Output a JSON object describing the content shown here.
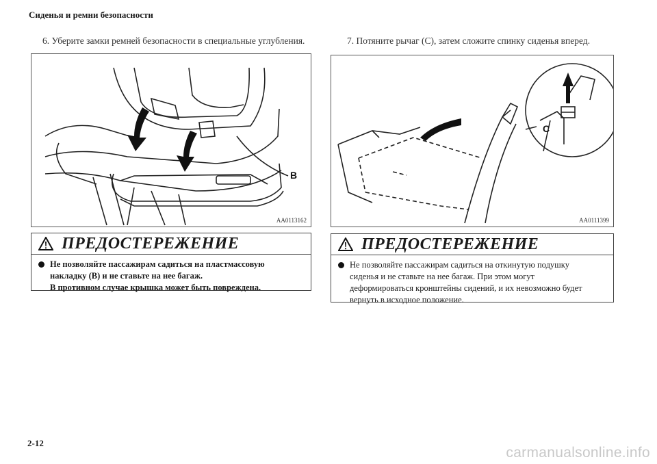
{
  "header": {
    "section_title": "Сиденья и ремни безопасности"
  },
  "steps": {
    "left": "6. Уберите замки ремней безопасности в специальные углубления.",
    "right": "7. Потяните рычаг (C), затем сложите спинку сиденья вперед."
  },
  "figures": {
    "left": {
      "code": "AA0113162",
      "callout": "B"
    },
    "right": {
      "code": "AA0111399",
      "callout": "C"
    }
  },
  "warnings": {
    "left": {
      "title": "ПРЕДОСТЕРЕЖЕНИЕ",
      "lines": [
        "Не позволяйте пассажирам садиться на пластмассовую",
        "накладку (B) и не ставьте на нее багаж.",
        "В противном случае крышка может быть повреждена."
      ]
    },
    "right": {
      "title": "ПРЕДОСТЕРЕЖЕНИЕ",
      "lines": [
        "Не позволяйте пассажирам садиться на откинутую подушку",
        "сиденья и не ставьте на нее багаж. При этом могут",
        "деформироваться кронштейны сидений, и их невозможно будет",
        "вернуть в исходное положение."
      ]
    }
  },
  "footer": {
    "page_number": "2-12",
    "watermark": "carmanualsonline.info"
  }
}
